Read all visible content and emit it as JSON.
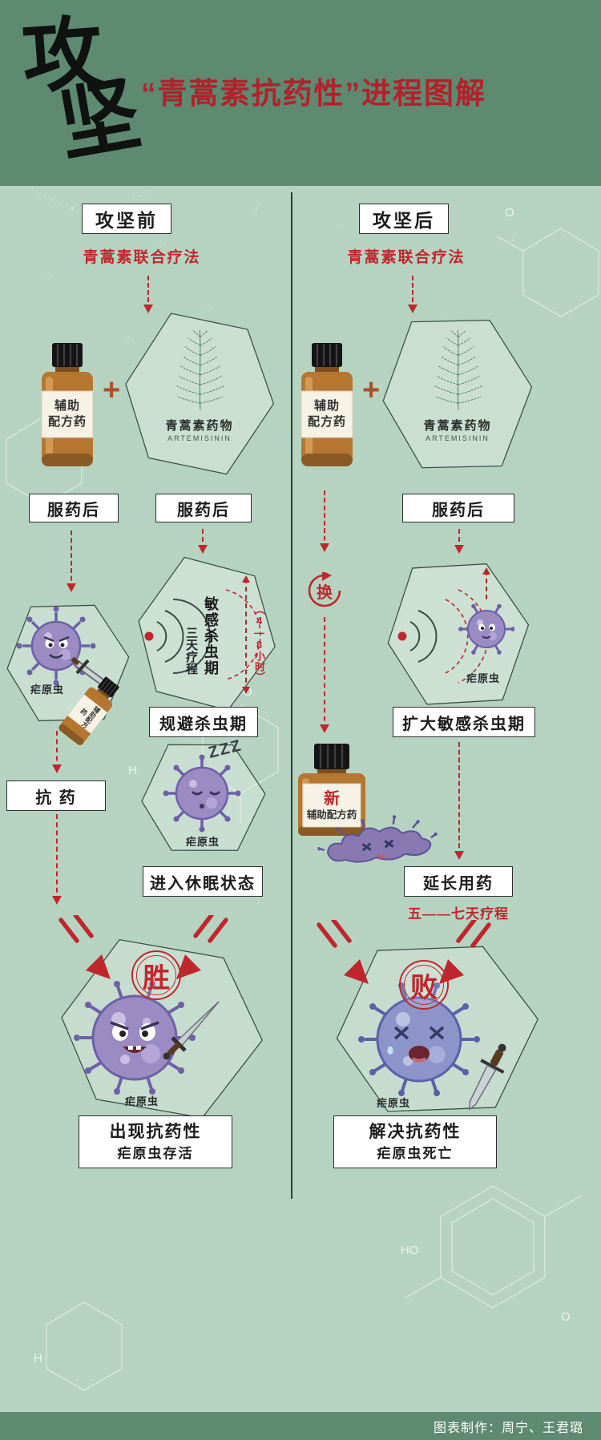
{
  "palette": {
    "accent_red": "#c0272d",
    "header_green": "#5d8a71",
    "body_green": "#b6d3c1",
    "bottle_amber": "#b5772f",
    "parasite_purple": "#9a8bc3"
  },
  "header": {
    "calligraphy_char_1": "攻",
    "calligraphy_char_2": "坚",
    "title": "“青蒿素抗药性”进程图解"
  },
  "left": {
    "stage": "攻坚前",
    "therapy": "青蒿素联合疗法",
    "bottle_line1": "辅助",
    "bottle_line2": "配方药",
    "plus": "+",
    "plant_name": "青蒿素药物",
    "plant_latin": "ARTEMISININ",
    "after_meds_bottle": "服药后",
    "after_meds_plant": "服药后",
    "attack_parasite": "疟原虫",
    "attack_bottle": "辅助配方药",
    "radar_period": "敏感杀虫期",
    "radar_course": "三天疗程",
    "radar_hours": "（4—8小时）",
    "evade": "规避杀虫期",
    "zzz": "ZZZ",
    "sleep_parasite": "疟原虫",
    "resist": "抗 药",
    "dormant": "进入休眠状态",
    "badge": "胜",
    "final_parasite": "疟原虫",
    "result_title": "出现抗药性",
    "result_sub": "疟原虫存活"
  },
  "right": {
    "stage": "攻坚后",
    "therapy": "青蒿素联合疗法",
    "bottle_line1": "辅助",
    "bottle_line2": "配方药",
    "plus": "+",
    "plant_name": "青蒿素药物",
    "plant_latin": "ARTEMISININ",
    "after_meds": "服药后",
    "switch": "换",
    "radar_parasite": "疟原虫",
    "expand": "扩大敏感杀虫期",
    "new_mark": "新",
    "new_bottle": "辅助配方药",
    "extend": "延长用药",
    "extend_course": "五——七天疗程",
    "badge": "败",
    "final_parasite": "疟原虫",
    "result_title": "解决抗药性",
    "result_sub": "疟原虫死亡"
  },
  "footer": {
    "credit": "图表制作：周宁、王君璐"
  }
}
